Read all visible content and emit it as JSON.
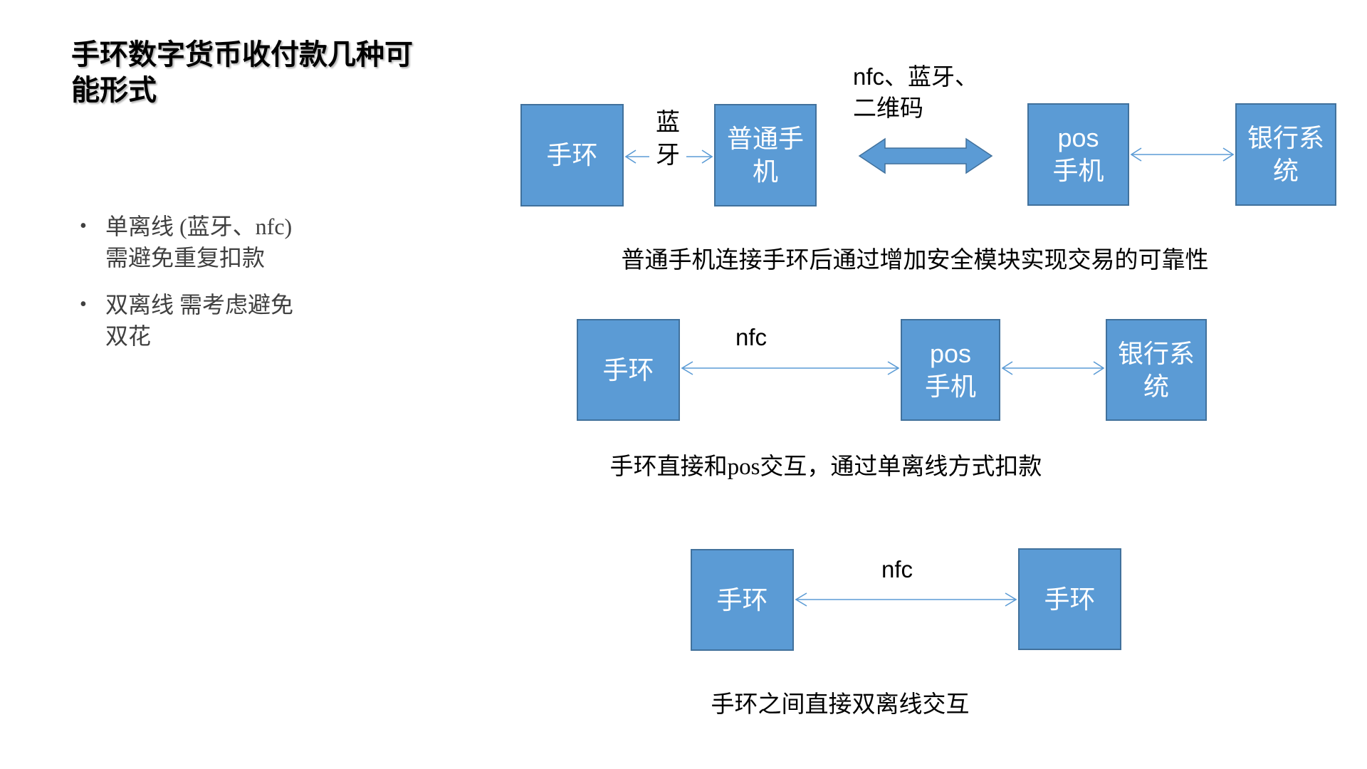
{
  "title": {
    "line1": "手环数字货币收付款几种可",
    "line2": "能形式"
  },
  "bullets": [
    {
      "marker": "•",
      "line1": "单离线 (蓝牙、nfc)",
      "line2": "需避免重复扣款"
    },
    {
      "marker": "•",
      "line1": "双离线  需考虑避免",
      "line2": "双花"
    }
  ],
  "rows": {
    "row1": {
      "band": {
        "label": "手环"
      },
      "phone": {
        "line1": "普通手",
        "line2": "机"
      },
      "pos": {
        "line1": "pos",
        "line2": "手机"
      },
      "bank": {
        "line1": "银行系",
        "line2": "统"
      },
      "link1": {
        "line1": "蓝",
        "line2": "牙"
      },
      "link2": {
        "line1": "nfc、蓝牙、",
        "line2": "二维码"
      },
      "caption": "普通手机连接手环后通过增加安全模块实现交易的可靠性"
    },
    "row2": {
      "band": {
        "label": "手环"
      },
      "pos": {
        "line1": "pos",
        "line2": "手机"
      },
      "bank": {
        "line1": "银行系",
        "line2": "统"
      },
      "link": "nfc",
      "caption": "手环直接和pos交互，通过单离线方式扣款"
    },
    "row3": {
      "band_left": {
        "label": "手环"
      },
      "band_right": {
        "label": "手环"
      },
      "link": "nfc",
      "caption": "手环之间直接双离线交互"
    }
  },
  "colors": {
    "box_fill": "#5B9BD5",
    "box_border": "#41719C",
    "arrow_thin": "#5B9BD5",
    "arrow_thick_fill": "#5B9BD5",
    "arrow_thick_border": "#41719C",
    "bullet_text": "#404040",
    "title_text": "#000000"
  }
}
